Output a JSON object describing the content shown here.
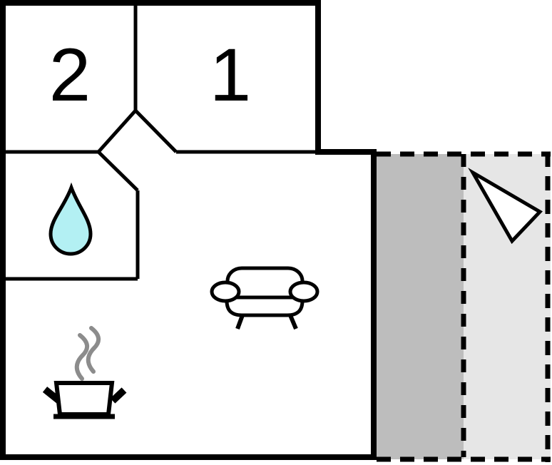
{
  "rooms": [
    {
      "id": "room-2",
      "label": "2"
    },
    {
      "id": "room-1",
      "label": "1"
    }
  ],
  "icons": [
    "water-drop-icon",
    "cooking-pot-icon",
    "steam-icon",
    "sofa-icon",
    "direction-arrow-icon"
  ],
  "colors": {
    "walls": "#000000",
    "floor": "#ffffff",
    "water_drop_fill": "#b3f0f3",
    "terrace_dark": "#bdbdbd",
    "terrace_light": "#e6e6e6",
    "steam": "#8c8c8c",
    "arrow_fill": "#ffffff",
    "label_text": "#000000"
  }
}
